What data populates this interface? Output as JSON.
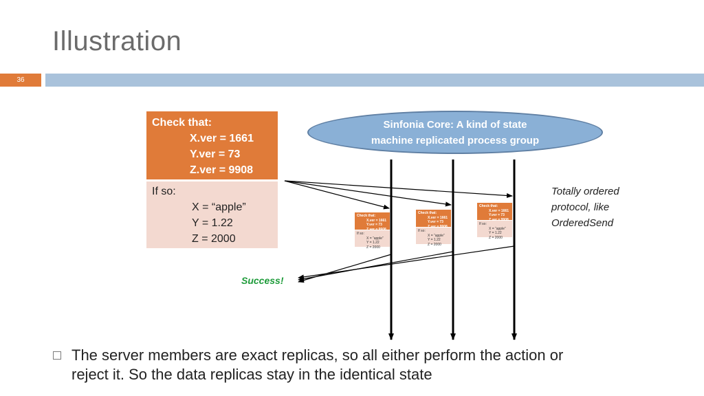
{
  "slide": {
    "title": "Illustration",
    "number": "36"
  },
  "check_box": {
    "heading": "Check that:",
    "lines": [
      "X.ver = 1661",
      "Y.ver = 73",
      "Z.ver = 9908"
    ]
  },
  "ifso_box": {
    "heading": "If so:",
    "lines": [
      "X = “apple”",
      "Y = 1.22",
      "Z = 2000"
    ]
  },
  "group": {
    "line1": "Sinfonia Core: A kind of state",
    "line2": "machine replicated process group"
  },
  "note": {
    "lines": [
      "Totally ordered",
      "protocol, like",
      "OrderedSend"
    ]
  },
  "success_label": "Success!",
  "bullet": {
    "line1": "The server members are exact replicas, so all either perform the action or",
    "line2": "reject it.  So the data replicas stay in the identical state"
  },
  "colors": {
    "accent_orange": "#e07b39",
    "pale_pink": "#f3d9d0",
    "header_blue": "#a9c2db",
    "ellipse_blue": "#8ab0d6",
    "success_green": "#1e9b3a"
  }
}
